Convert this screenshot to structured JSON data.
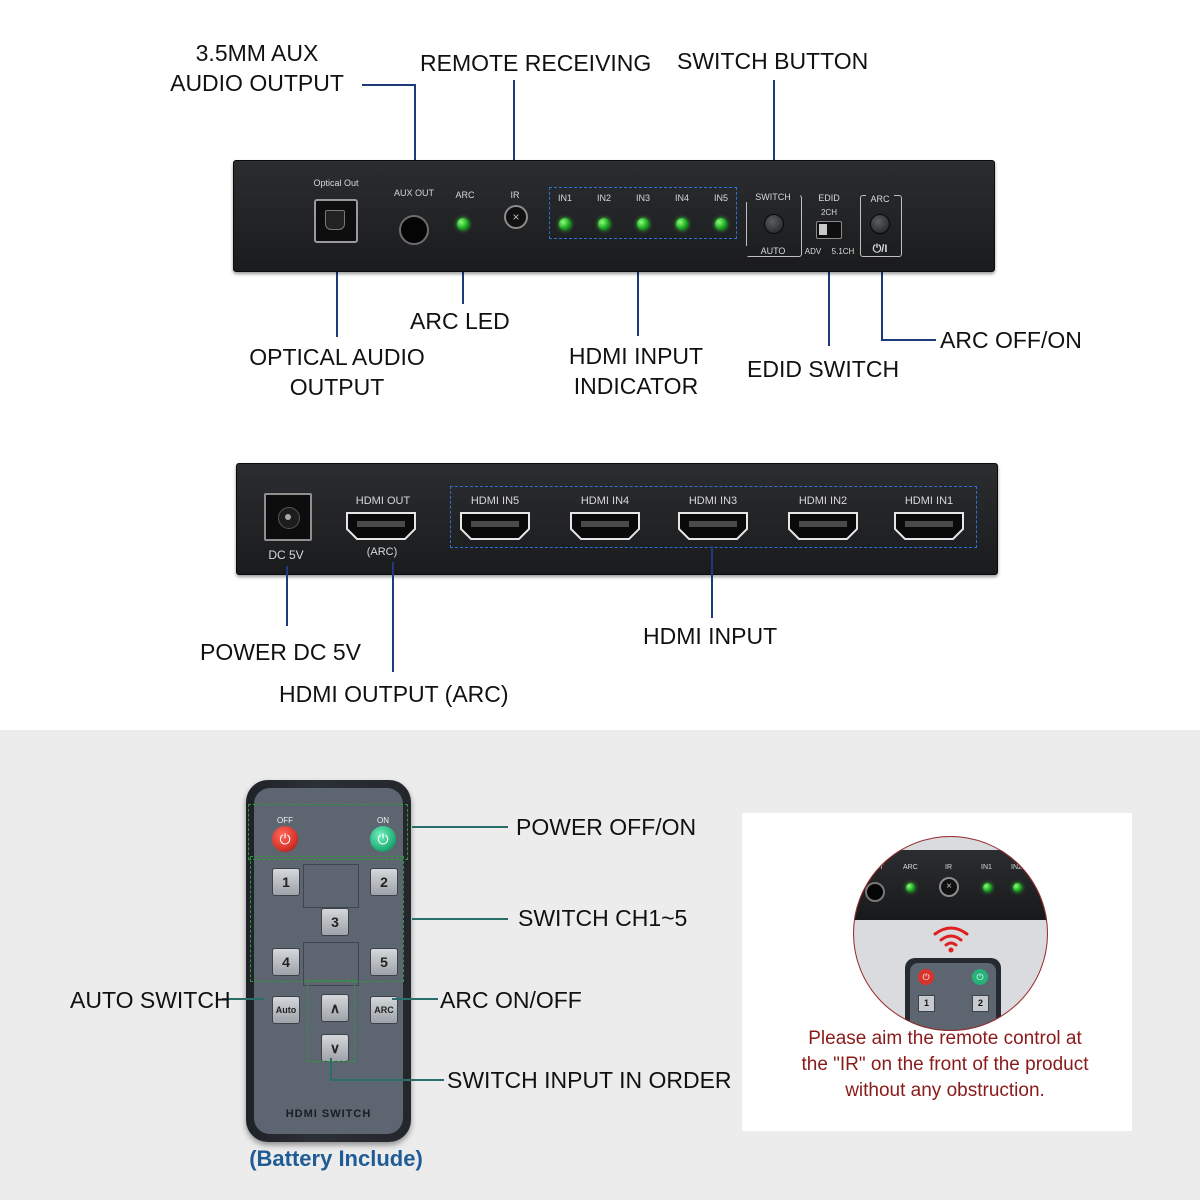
{
  "front_panel": {
    "labels": {
      "optical_out": "Optical Out",
      "aux_out": "AUX OUT",
      "arc": "ARC",
      "ir": "IR",
      "in1": "IN1",
      "in2": "IN2",
      "in3": "IN3",
      "in4": "IN4",
      "in5": "IN5",
      "switch": "SWITCH",
      "auto": "AUTO",
      "edid": "EDID",
      "two_ch": "2CH",
      "adv": "ADV",
      "five_one_ch": "5.1CH",
      "arc_btn": "ARC",
      "power_symbol": "⏻/I"
    },
    "callouts": {
      "aux_line1": "3.5MM AUX",
      "aux_line2": "AUDIO OUTPUT",
      "remote_receiving": "REMOTE RECEIVING",
      "switch_button": "SWITCH BUTTON",
      "arc_led": "ARC LED",
      "optical_line1": "OPTICAL AUDIO",
      "optical_line2": "OUTPUT",
      "hdmi_ind_line1": "HDMI INPUT",
      "hdmi_ind_line2": "INDICATOR",
      "edid_switch": "EDID SWITCH",
      "arc_off_on": "ARC OFF/ON"
    }
  },
  "rear_panel": {
    "labels": {
      "dc5v": "DC 5V",
      "hdmi_out": "HDMI OUT",
      "arc_paren": "(ARC)",
      "hdmi_in5": "HDMI IN5",
      "hdmi_in4": "HDMI IN4",
      "hdmi_in3": "HDMI IN3",
      "hdmi_in2": "HDMI IN2",
      "hdmi_in1": "HDMI IN1"
    },
    "callouts": {
      "power_dc5v": "POWER DC 5V",
      "hdmi_input": "HDMI INPUT",
      "hdmi_output_arc": "HDMI OUTPUT (ARC)"
    }
  },
  "remote": {
    "off": "OFF",
    "on": "ON",
    "power_glyph": "⏻",
    "keys": {
      "k1": "1",
      "k2": "2",
      "k3": "3",
      "k4": "4",
      "k5": "5",
      "auto": "Auto",
      "arc": "ARC",
      "up": "∧",
      "down": "∨"
    },
    "brand": "HDMI SWITCH",
    "callouts": {
      "power_off_on": "POWER OFF/ON",
      "switch_ch": "SWITCH CH1~5",
      "auto_switch": "AUTO SWITCH",
      "arc_on_off": "ARC ON/OFF",
      "switch_in_order": "SWITCH INPUT IN ORDER"
    },
    "battery": "(Battery Include)"
  },
  "hint": {
    "zoom_labels": {
      "out": "OUT",
      "arc": "ARC",
      "ir": "IR",
      "in1": "IN1",
      "in2": "IN2",
      "k1": "1",
      "k2": "2"
    },
    "line1": "Please aim the remote control at",
    "line2": "the \"IR\" on the front of the product",
    "line3": "without any obstruction."
  },
  "colors": {
    "callout_line": "#1d3b7a",
    "led_green": "#14a11c",
    "dashed_blue": "#2f6fd0",
    "dashed_green": "#2c9a3a",
    "power_off_red": "#d8342c",
    "power_on_green": "#25b37a",
    "hint_text": "#8a1a1a",
    "battery_text": "#1f5b94"
  }
}
